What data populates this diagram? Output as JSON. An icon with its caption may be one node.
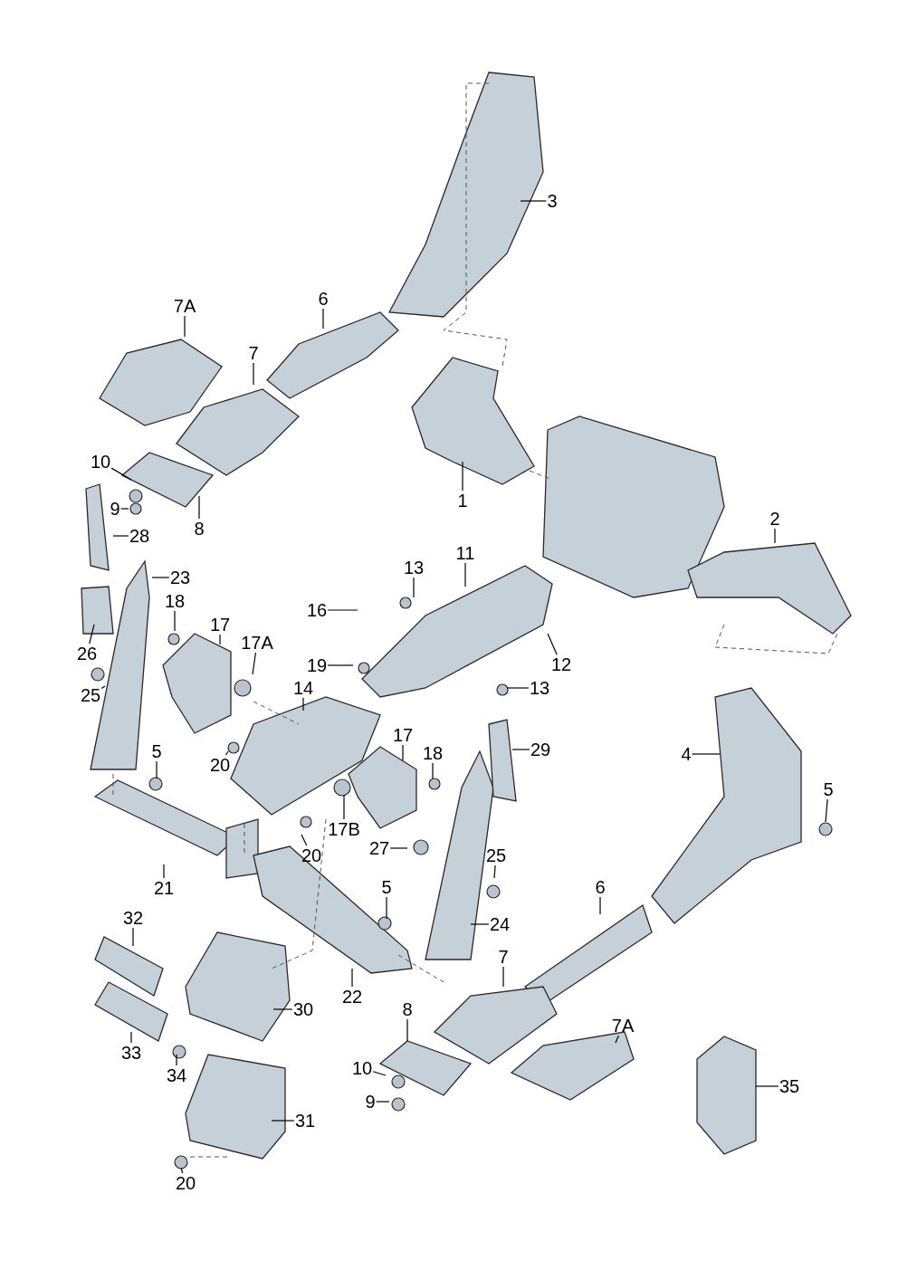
{
  "diagram": {
    "nodes": [
      {
        "text": [
          "3"
        ]
      },
      {
        "text": [
          "7A"
        ]
      },
      {
        "text": [
          "6"
        ]
      },
      {
        "text": [
          "7"
        ]
      },
      {
        "text": [
          "1"
        ]
      },
      {
        "text": [
          "10"
        ]
      },
      {
        "text": [
          "9"
        ]
      },
      {
        "text": [
          "28"
        ]
      },
      {
        "text": [
          "8"
        ]
      },
      {
        "text": [
          "2"
        ]
      },
      {
        "text": [
          "13"
        ]
      },
      {
        "text": [
          "11"
        ]
      },
      {
        "text": [
          "16"
        ]
      },
      {
        "text": [
          "23"
        ]
      },
      {
        "text": [
          "18"
        ]
      },
      {
        "text": [
          "17"
        ]
      },
      {
        "text": [
          "17A"
        ]
      },
      {
        "text": [
          "26"
        ]
      },
      {
        "text": [
          "19"
        ]
      },
      {
        "text": [
          "12"
        ]
      },
      {
        "text": [
          "13"
        ]
      },
      {
        "text": [
          "14"
        ]
      },
      {
        "text": [
          "25"
        ]
      },
      {
        "text": [
          "5"
        ]
      },
      {
        "text": [
          "20"
        ]
      },
      {
        "text": [
          "4"
        ]
      },
      {
        "text": [
          "17"
        ]
      },
      {
        "text": [
          "18"
        ]
      },
      {
        "text": [
          "29"
        ]
      },
      {
        "text": [
          "5"
        ]
      },
      {
        "text": [
          "20"
        ]
      },
      {
        "text": [
          "17B"
        ]
      },
      {
        "text": [
          "27"
        ]
      },
      {
        "text": [
          "21"
        ]
      },
      {
        "text": [
          "25"
        ]
      },
      {
        "text": [
          "6"
        ]
      },
      {
        "text": [
          "5"
        ]
      },
      {
        "text": [
          "24"
        ]
      },
      {
        "text": [
          "32"
        ]
      },
      {
        "text": [
          "22"
        ]
      },
      {
        "text": [
          "7"
        ]
      },
      {
        "text": [
          "30"
        ]
      },
      {
        "text": [
          "8"
        ]
      },
      {
        "text": [
          "7A"
        ]
      },
      {
        "text": [
          "33"
        ]
      },
      {
        "text": [
          "34"
        ]
      },
      {
        "text": [
          "10"
        ]
      },
      {
        "text": [
          "35"
        ]
      },
      {
        "text": [
          "9"
        ]
      },
      {
        "text": [
          "31"
        ]
      },
      {
        "text": [
          "20"
        ]
      }
    ],
    "edges": [
      {
        "from": 0,
        "to": null,
        "arrow": "none"
      },
      {
        "from": 1,
        "to": null,
        "arrow": "none"
      },
      {
        "from": 2,
        "to": null,
        "arrow": "none"
      },
      {
        "from": 3,
        "to": null,
        "arrow": "none"
      },
      {
        "from": 4,
        "to": null,
        "arrow": "none"
      },
      {
        "from": 5,
        "to": null,
        "arrow": "none"
      },
      {
        "from": 6,
        "to": null,
        "arrow": "none"
      },
      {
        "from": 7,
        "to": null,
        "arrow": "none"
      },
      {
        "from": 8,
        "to": null,
        "arrow": "none"
      },
      {
        "from": 9,
        "to": null,
        "arrow": "none"
      },
      {
        "from": 10,
        "to": null,
        "arrow": "none"
      },
      {
        "from": 11,
        "to": null,
        "arrow": "none"
      },
      {
        "from": 12,
        "to": null,
        "arrow": "none"
      },
      {
        "from": 13,
        "to": null,
        "arrow": "none"
      },
      {
        "from": 14,
        "to": null,
        "arrow": "none"
      },
      {
        "from": 15,
        "to": null,
        "arrow": "none"
      },
      {
        "from": 16,
        "to": null,
        "arrow": "none"
      },
      {
        "from": 17,
        "to": null,
        "arrow": "none"
      },
      {
        "from": 18,
        "to": null,
        "arrow": "none"
      },
      {
        "from": 19,
        "to": null,
        "arrow": "none"
      },
      {
        "from": 20,
        "to": null,
        "arrow": "none"
      },
      {
        "from": 21,
        "to": null,
        "arrow": "none"
      },
      {
        "from": 22,
        "to": null,
        "arrow": "none"
      },
      {
        "from": 23,
        "to": null,
        "arrow": "none"
      },
      {
        "from": 24,
        "to": null,
        "arrow": "none"
      },
      {
        "from": 25,
        "to": null,
        "arrow": "none"
      },
      {
        "from": 26,
        "to": null,
        "arrow": "none"
      },
      {
        "from": 27,
        "to": null,
        "arrow": "none"
      },
      {
        "from": 28,
        "to": null,
        "arrow": "none"
      },
      {
        "from": 29,
        "to": null,
        "arrow": "none"
      },
      {
        "from": 30,
        "to": null,
        "arrow": "none"
      },
      {
        "from": 31,
        "to": null,
        "arrow": "none"
      },
      {
        "from": 32,
        "to": null,
        "arrow": "none"
      },
      {
        "from": 33,
        "to": null,
        "arrow": "none"
      },
      {
        "from": 34,
        "to": null,
        "arrow": "none"
      },
      {
        "from": 35,
        "to": null,
        "arrow": "none"
      },
      {
        "from": 36,
        "to": null,
        "arrow": "none"
      },
      {
        "from": 37,
        "to": null,
        "arrow": "none"
      },
      {
        "from": 38,
        "to": null,
        "arrow": "none"
      },
      {
        "from": 39,
        "to": null,
        "arrow": "none"
      },
      {
        "from": 40,
        "to": null,
        "arrow": "none"
      },
      {
        "from": 41,
        "to": null,
        "arrow": "none"
      },
      {
        "from": 42,
        "to": null,
        "arrow": "none"
      },
      {
        "from": 43,
        "to": null,
        "arrow": "none"
      },
      {
        "from": 44,
        "to": null,
        "arrow": "none"
      },
      {
        "from": 45,
        "to": null,
        "arrow": "none"
      },
      {
        "from": 46,
        "to": null,
        "arrow": "none"
      },
      {
        "from": 47,
        "to": null,
        "arrow": "none"
      },
      {
        "from": 48,
        "to": null,
        "arrow": "none"
      },
      {
        "from": 49,
        "to": null,
        "arrow": "none"
      },
      {
        "from": 50,
        "to": null,
        "arrow": "none"
      }
    ]
  }
}
